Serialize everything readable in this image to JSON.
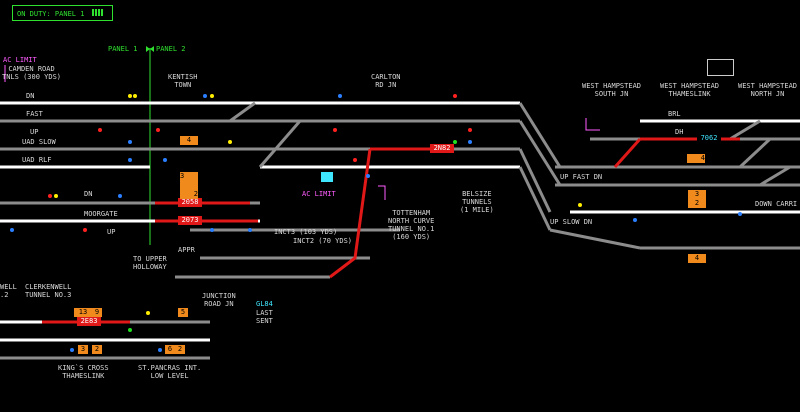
{
  "duty": {
    "label": "ON DUTY: PANEL 1"
  },
  "panel_divider": {
    "left": "PANEL 1",
    "right": "PANEL 2"
  },
  "labels": [
    {
      "id": "ac-limit-left",
      "text": "AC LIMIT",
      "color": "#ff5cff"
    },
    {
      "id": "camden-road",
      "text": "CAMDEN ROAD\nTNLS (300 YDS)"
    },
    {
      "id": "kentish-town",
      "text": "KENTISH\nTOWN"
    },
    {
      "id": "carlton-rd",
      "text": "CARLTON\nRD JN"
    },
    {
      "id": "west-hampstead-south",
      "text": "WEST HAMPSTEAD\nSOUTH JN"
    },
    {
      "id": "west-hampstead-thameslink",
      "text": "WEST HAMPSTEAD\nTHAMESLINK"
    },
    {
      "id": "west-hampstead-north",
      "text": "WEST HAMPSTEAD\nNORTH JN"
    },
    {
      "id": "dn-1",
      "text": "DN"
    },
    {
      "id": "fast",
      "text": "FAST"
    },
    {
      "id": "up-1",
      "text": "UP"
    },
    {
      "id": "uad-slow",
      "text": "UAD SLOW"
    },
    {
      "id": "uad-rlf",
      "text": "UAD RLF"
    },
    {
      "id": "dn-2",
      "text": "DN"
    },
    {
      "id": "moorgate",
      "text": "MOORGATE"
    },
    {
      "id": "up-2",
      "text": "UP"
    },
    {
      "id": "ac-limit-mid",
      "text": "AC LIMIT",
      "color": "#ff5cff"
    },
    {
      "id": "belsize",
      "text": "BELSIZE\nTUNNELS\n(1 MILE)"
    },
    {
      "id": "up-fast-dn",
      "text": "UP FAST DN"
    },
    {
      "id": "up-slow-dn",
      "text": "UP SLOW DN"
    },
    {
      "id": "down-carri",
      "text": "DOWN CARRI"
    },
    {
      "id": "brl",
      "text": "BRL"
    },
    {
      "id": "dh",
      "text": "DH"
    },
    {
      "id": "tottenham",
      "text": "TOTTENHAM\nNORTH CURVE\nTUNNEL NO.1\n(160 YDS)"
    },
    {
      "id": "inct3",
      "text": "INCT3 (103 YDS)"
    },
    {
      "id": "inct2",
      "text": "INCT2 (70 YDS)"
    },
    {
      "id": "to-upper-holloway",
      "text": "TO UPPER\nHOLLOWAY"
    },
    {
      "id": "appr",
      "text": "APPR"
    },
    {
      "id": "junction-road",
      "text": "JUNCTION\nROAD JN"
    },
    {
      "id": "gl84",
      "text": "GL84",
      "color": "#3fe6ff"
    },
    {
      "id": "last-sent",
      "text": "LAST\nSENT"
    },
    {
      "id": "clerkenwell-2",
      "text": "WELL\n.2"
    },
    {
      "id": "clerkenwell-3",
      "text": "CLERKENWELL\nTUNNEL NO.3"
    },
    {
      "id": "kings-cross",
      "text": "KING`S CROSS\nTHAMESLINK"
    },
    {
      "id": "st-pancras",
      "text": "ST.PANCRAS INT.\nLOW LEVEL"
    }
  ],
  "berths": [
    {
      "id": "berth-2058",
      "text": "2058"
    },
    {
      "id": "berth-2073",
      "text": "2073"
    },
    {
      "id": "berth-2n82",
      "text": "2N82"
    },
    {
      "id": "berth-7062",
      "text": "7062"
    },
    {
      "id": "berth-2e83",
      "text": "2E83"
    }
  ],
  "orange_boxes": [
    {
      "id": "ob-4",
      "text": "4"
    },
    {
      "id": "ob-3",
      "text": "3"
    },
    {
      "id": "ob-2",
      "text": "2"
    },
    {
      "id": "ob-4b",
      "text": "4"
    },
    {
      "id": "ob-3b",
      "text": "3"
    },
    {
      "id": "ob-2b",
      "text": "2"
    },
    {
      "id": "ob-4c",
      "text": "4"
    },
    {
      "id": "ob-13",
      "text": "13"
    },
    {
      "id": "ob-9",
      "text": "9"
    },
    {
      "id": "ob-5",
      "text": "5"
    },
    {
      "id": "ob-3c",
      "text": "3"
    },
    {
      "id": "ob-6",
      "text": "6"
    },
    {
      "id": "ob-2c",
      "text": "2"
    },
    {
      "id": "ob-2d",
      "text": "2"
    }
  ],
  "colors": {
    "track": "#8c8c8c",
    "track_white": "#ffffff",
    "route": "#e01818",
    "panel_line": "#2fe02f",
    "signal_red": "#ff2020",
    "signal_yellow": "#ffee00",
    "signal_green": "#20e020",
    "signal_blue": "#2a7fff"
  }
}
